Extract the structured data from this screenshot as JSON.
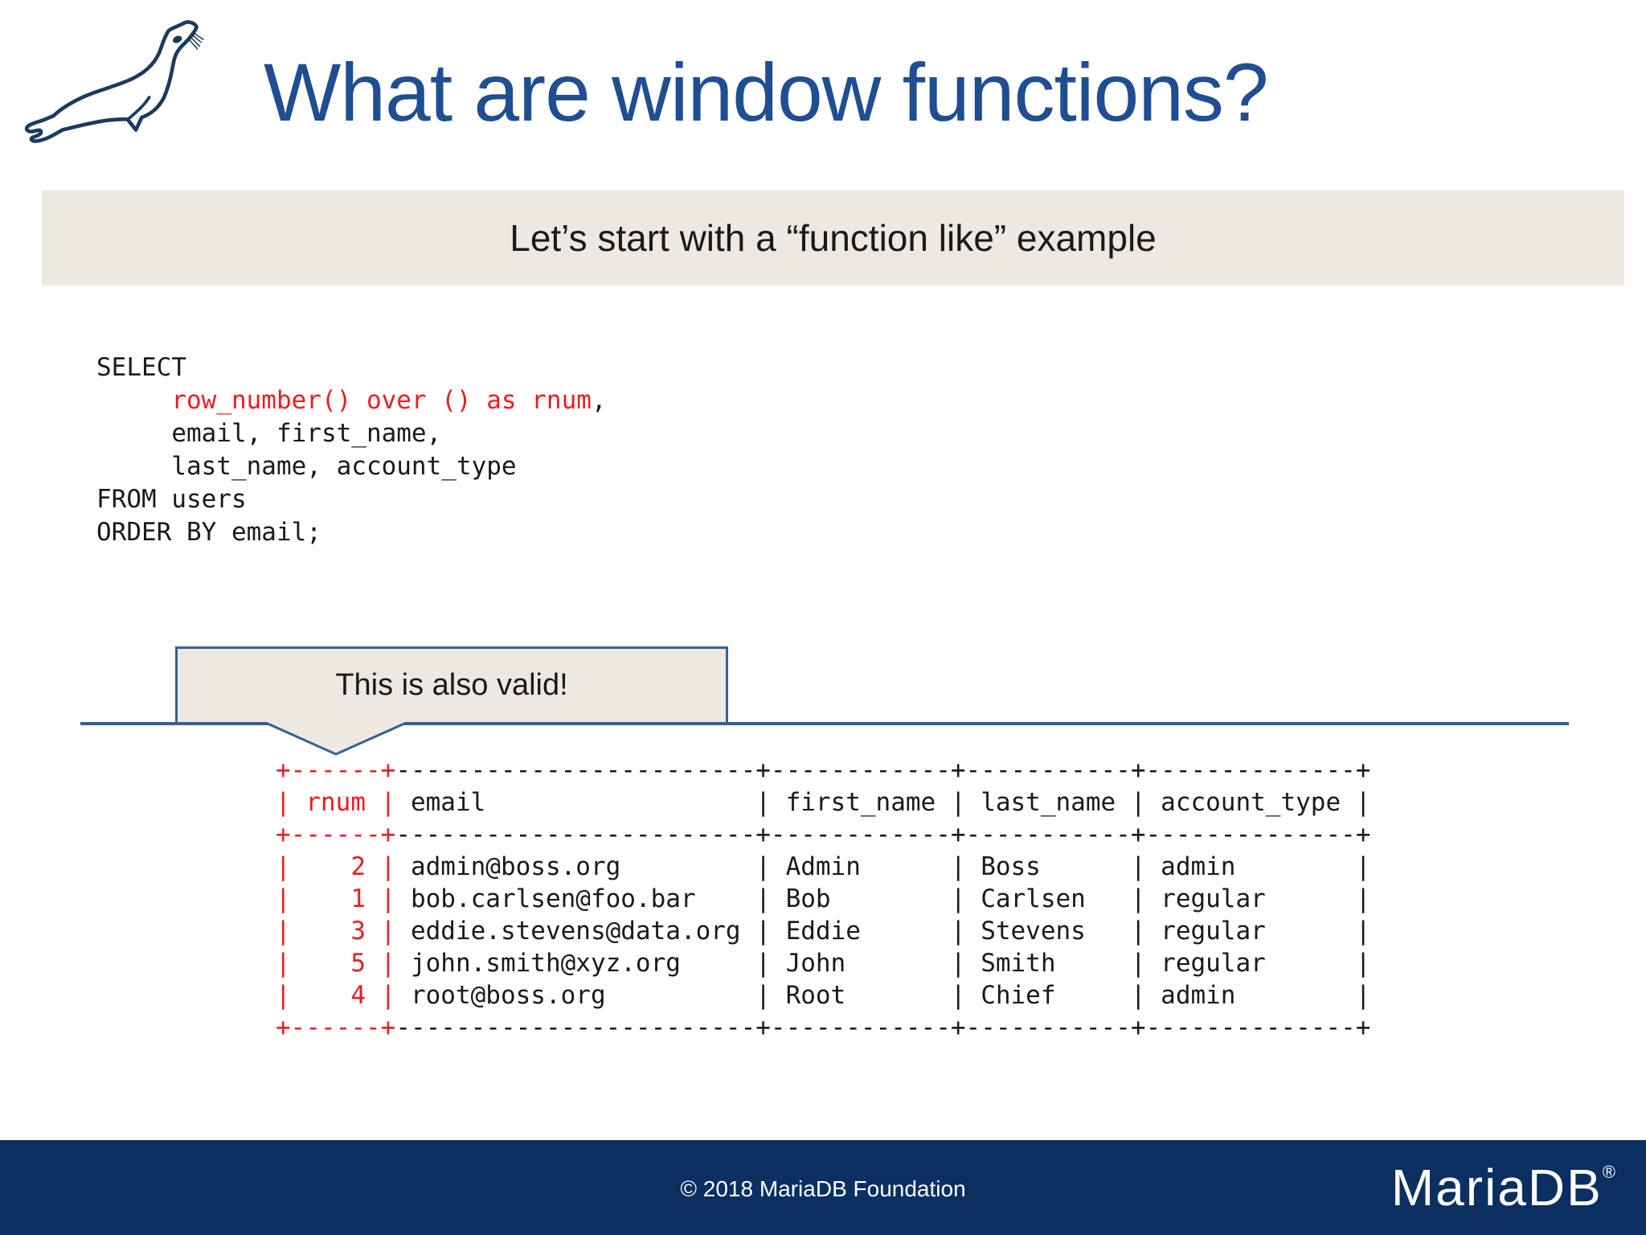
{
  "slide": {
    "title": "What are window functions?",
    "banner_text": "Let’s start with a “function like” example",
    "callout_text": "This is also valid!"
  },
  "sql_code": {
    "lines": [
      [
        {
          "t": "SELECT",
          "c": "k"
        }
      ],
      [
        {
          "t": "     ",
          "c": "k"
        },
        {
          "t": "row_number() over () as rnum",
          "c": "r"
        },
        {
          "t": ",",
          "c": "k"
        }
      ],
      [
        {
          "t": "     email, first_name,",
          "c": "k"
        }
      ],
      [
        {
          "t": "     last_name, account_type",
          "c": "k"
        }
      ],
      [
        {
          "t": "FROM users",
          "c": "k"
        }
      ],
      [
        {
          "t": "ORDER BY email;",
          "c": "k"
        }
      ]
    ]
  },
  "result_table": {
    "columns": [
      {
        "name": "rnum",
        "width": 6,
        "align": "right",
        "highlight": true
      },
      {
        "name": "email",
        "width": 24,
        "align": "left",
        "highlight": false
      },
      {
        "name": "first_name",
        "width": 12,
        "align": "left",
        "highlight": false
      },
      {
        "name": "last_name",
        "width": 11,
        "align": "left",
        "highlight": false
      },
      {
        "name": "account_type",
        "width": 14,
        "align": "left",
        "highlight": false
      }
    ],
    "rows": [
      [
        "2",
        "admin@boss.org",
        "Admin",
        "Boss",
        "admin"
      ],
      [
        "1",
        "bob.carlsen@foo.bar",
        "Bob",
        "Carlsen",
        "regular"
      ],
      [
        "3",
        "eddie.stevens@data.org",
        "Eddie",
        "Stevens",
        "regular"
      ],
      [
        "5",
        "john.smith@xyz.org",
        "John",
        "Smith",
        "regular"
      ],
      [
        "4",
        "root@boss.org",
        "Root",
        "Chief",
        "admin"
      ]
    ]
  },
  "footer": {
    "copyright": "© 2018 MariaDB Foundation",
    "brand": "MariaDB",
    "registered_mark": "®"
  },
  "colors": {
    "title_blue": "#1F4E91",
    "banner_bg": "#EDE9E2",
    "line_blue": "#376091",
    "footer_bg": "#0A2F61",
    "code_red": "#EE1C23",
    "text_black": "#1A1A1A",
    "seal_navy": "#1C3A5E"
  }
}
